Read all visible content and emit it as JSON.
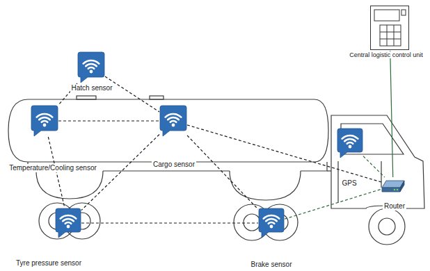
{
  "diagram": {
    "nodes": [
      {
        "text": [
          "Central logistic control unit"
        ]
      },
      {
        "text": [
          "Hatch sensor"
        ]
      },
      {
        "text": [
          "Temperature/Cooling sensor"
        ]
      },
      {
        "text": [
          "Cargo sensor"
        ]
      },
      {
        "text": [
          "GPS"
        ]
      },
      {
        "text": [
          "Router"
        ]
      },
      {
        "text": [
          "Tyre pressure sensor"
        ]
      },
      {
        "text": [
          "Brake sensor"
        ]
      }
    ],
    "edges": [
      {
        "from": 1,
        "to": 2,
        "arrow": "none"
      },
      {
        "from": 1,
        "to": 3,
        "arrow": "none"
      },
      {
        "from": 2,
        "to": 3,
        "arrow": "none"
      },
      {
        "from": 2,
        "to": 6,
        "arrow": "none"
      },
      {
        "from": 3,
        "to": 6,
        "arrow": "none"
      },
      {
        "from": 3,
        "to": 7,
        "arrow": "none"
      },
      {
        "from": 3,
        "to": 5,
        "arrow": "none"
      },
      {
        "from": 6,
        "to": 7,
        "arrow": "none"
      },
      {
        "from": 7,
        "to": 5,
        "arrow": "none"
      },
      {
        "from": 4,
        "to": 5,
        "arrow": "none"
      },
      {
        "from": 5,
        "to": 0,
        "arrow": "none"
      }
    ]
  }
}
